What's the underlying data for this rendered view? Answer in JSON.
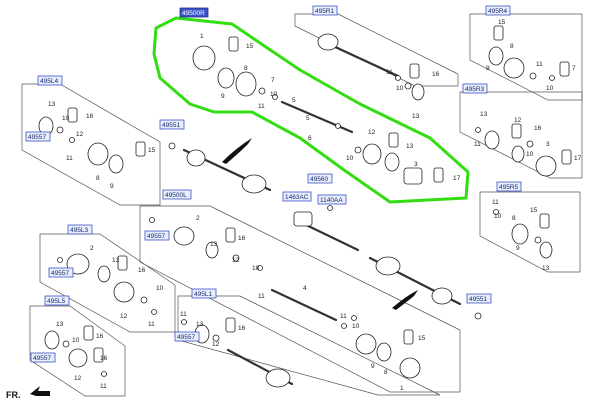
{
  "diagram": {
    "part_codes": {
      "r1": "49500R",
      "r2": "495R1",
      "r3": "495R4",
      "l4": "495L4",
      "r5": "495R3",
      "c1": "49551",
      "c2": "49560",
      "c3": "1463AC",
      "c4": "1140AA",
      "r6": "495R5",
      "l0": "49500L",
      "l3": "495L3",
      "l5": "495L5",
      "l1": "495L1",
      "c5": "49551",
      "c6": "49557",
      "c7": "49557",
      "c8": "49557",
      "c9": "49557",
      "c10": "49557"
    },
    "numbers": {
      "n15": "15",
      "n9": "9",
      "n8": "8",
      "n7": "7",
      "n11": "11",
      "n10": "10",
      "n5": "5",
      "n6": "6",
      "n12": "12",
      "n13": "13",
      "n3": "3",
      "n17": "17",
      "n16": "16",
      "n2": "2",
      "n4": "4",
      "n1": "1"
    },
    "direction_label": "FR."
  },
  "colors": {
    "highlight": "#33dd11",
    "code_box": "#3a54c8"
  }
}
